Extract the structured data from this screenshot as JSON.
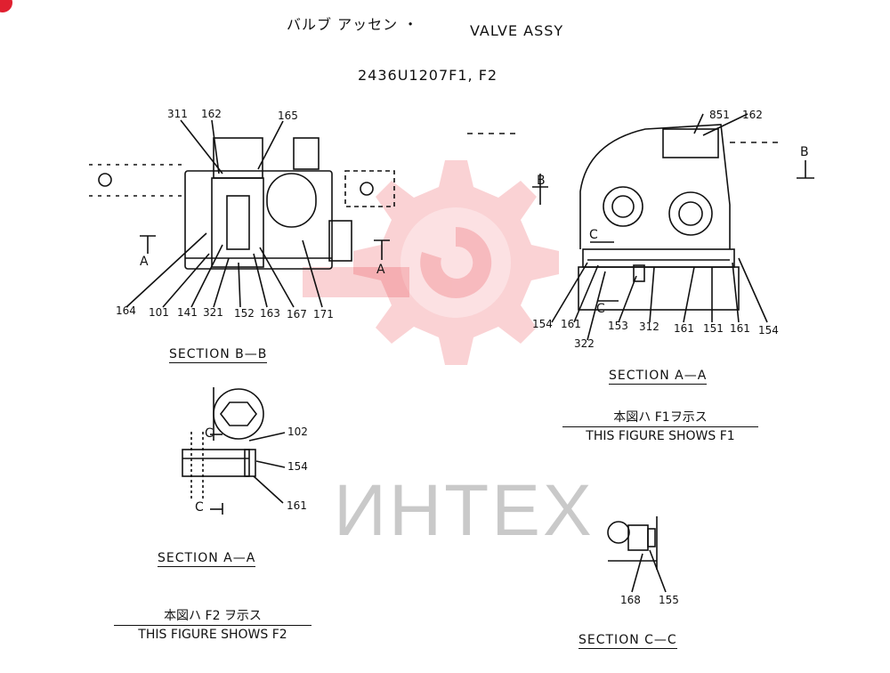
{
  "title": {
    "jp": "バルブ アッセン ・",
    "en": "VALVE ASSY"
  },
  "model": "2436U1207F1, F2",
  "watermark": "ИНТЕХ",
  "sections": {
    "bb": "SECTION B—B",
    "aa_f1": "SECTION A—A",
    "aa_f2": "SECTION A—A",
    "cc": "SECTION C—C"
  },
  "notes": {
    "f1_jp": "本図ハ F1ヲ示ス",
    "f1_en": "THIS FIGURE SHOWS F1",
    "f2_jp": "本図ハ F2 ヲ示ス",
    "f2_en": "THIS FIGURE SHOWS F2"
  },
  "cut_labels": {
    "a": "A",
    "b": "B",
    "c": "C",
    "c_arrow": "C—"
  },
  "part_numbers": {
    "p311": "311",
    "p162a": "162",
    "p165": "165",
    "p164": "164",
    "p101": "101",
    "p141": "141",
    "p321": "321",
    "p152": "152",
    "p163": "163",
    "p167": "167",
    "p171": "171",
    "p851": "851",
    "p162b": "162",
    "p154a": "154",
    "p161a": "161",
    "p322": "322",
    "p153": "153",
    "p312": "312",
    "p161b": "161",
    "p151": "151",
    "p161c": "161",
    "p154b": "154",
    "p102": "102",
    "p154c": "154",
    "p161d": "161",
    "p168": "168",
    "p155": "155"
  },
  "colors": {
    "watermark": "#e8343c",
    "ink": "#111111"
  }
}
